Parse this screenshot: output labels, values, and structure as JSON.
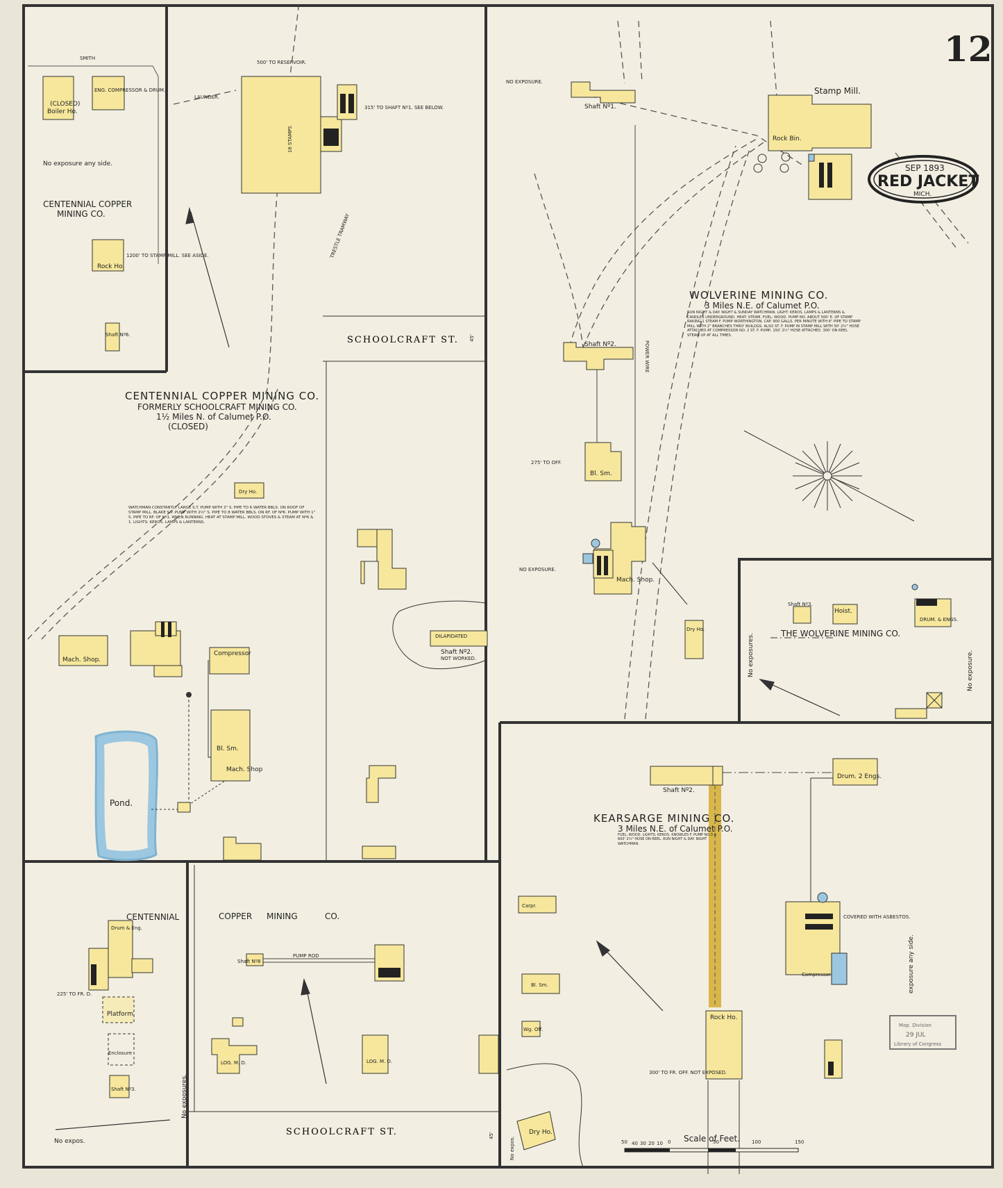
{
  "sheet": {
    "number": "12",
    "stamp": {
      "date": "SEP 1893",
      "place": "RED JACKET",
      "state": "MICH."
    },
    "library_stamp": [
      "Map. Division",
      "29 JUL",
      "Library of Congress"
    ]
  },
  "streets": {
    "schoolcraft_upper": "SCHOOLCRAFT ST.",
    "schoolcraft_lower": "SCHOOLCRAFT ST.",
    "width_upper": "45'",
    "width_lower": "45'"
  },
  "companies": {
    "centennial_inset": [
      "CENTENNIAL COPPER",
      "MINING CO."
    ],
    "centennial_main": {
      "title": "CENTENNIAL COPPER MINING CO.",
      "line1": "FORMERLY SCHOOLCRAFT MINING CO.",
      "line2": "1½ Miles N. of Calumet P.O.",
      "line3": "(CLOSED)",
      "note": "WATCHMAN CONSTANTLY. LARGE S.T. PUMP WITH 3\" S. PIPE TO 6 WATER BBLS. ON ROOF OF STAMP MILL. BLAKE S.P. PUMP WITH 2½\" S. PIPE TO 8 WATER BBLS. ON RF. OF Nº6. PUMP WITH 1\" S. PIPE TO RF. OF Nº1. WHEN RUNNING. HEAT AT STAMP MILL. WOOD STOVES & STEAM AT Nº6 & 1. LIGHTS: KEROS. LAMPS & LANTERNS."
    },
    "centennial_lower": [
      "CENTENNIAL",
      "COPPER",
      "MINING",
      "CO."
    ],
    "wolverine": {
      "title": "WOLVERINE MINING CO.",
      "subtitle": "3 Miles N.E. of Calumet P.O.",
      "note": "RUN NIGHT & DAY. NIGHT & SUNDAY WATCHMAN. LIGHT: KEROS. LAMPS & LANTERNS & CANDLES UNDERGROUND. HEAT: STEAM. FUEL: WOOD. PUMP NO. ABOUT 500' E. OF STAMP RAKING 1 STEAM F. PUMP WORTHINGTON, CAP. 900 GALLS. PER MINUTE WITH 6\" PIPE TO STAMP MILL WITH 2\" BRANCHES THRO' BUILDGS. ALSO ST. F. PUMP IN STAMP MILL WITH 50' 2½\" HOSE ATTACHED AT COMPRESSOR NO. 2 ST. F. PUMP, 150' 2½\" HOSE ATTACHED. 300' ON REEL STEAM UP AT ALL TIMES."
    },
    "wolverine_east": "THE WOLVERINE MINING CO.",
    "kearsarge": {
      "title": "KEARSARGE MINING CO.",
      "subtitle": "3 Miles N.E. of Calumet P.O.",
      "note": "FUEL: WOOD. LIGHTS: KEROS. KNOWLES F. PUMP NO.3 & 600' 2½\" HOSE ON REEL. RUN NIGHT & DAY. NIGHT WATCHMAN."
    }
  },
  "buildings": {
    "boiler_ho": "Boiler Ho.",
    "boiler_closed": "(CLOSED)",
    "eng_comp": "ENG. COMPRESSOR & DRUM.",
    "rock_ho_inset": "Rock Ho.",
    "shaft6": "Shaft Nº6.",
    "stamp_mill_centennial": "16 STAMPS",
    "dry_ho_b1": "Dry Ho.",
    "mach_shop_2": "Mach. Shop.",
    "compressor_3": "Compressor",
    "bl_sm_5": "Bl. Sm.",
    "mach_shop_5": "Mach. Shop",
    "pond": "Pond.",
    "shaft2_dilapidated": "DILAPIDATED",
    "shaft2_label": "Shaft Nº2.",
    "shaft2_note": "NOT WORKED.",
    "drum_eng": "Drum & Eng.",
    "platform": "Platform",
    "enclosure": "Enclosure",
    "shaft3": "Shaft Nº3.",
    "log_md_9": "LOG. M. D.",
    "log_md_10": "LOG. M. D.",
    "shaft_lower": "Shaft Nº8",
    "shaft1_wolv": "Shaft Nº1.",
    "stamp_mill_wolv": "Stamp Mill.",
    "rock_bin": "Rock Bin.",
    "shaft2_wolv": "Shaft Nº2.",
    "bl_sm_wolv": "Bl. Sm.",
    "mach_shop_wolv": "Mach. Shop.",
    "dry_ho_wolv": "Dry Ho.",
    "shaft3_wolv": "Shaft Nº3.",
    "hoist_wolv": "Hoist.",
    "drum_eng_wolv": "DRUM. & ENGS.",
    "shaft2_kear": "Shaft Nº2.",
    "drum_eng_kear": "Drum. 2 Engs.",
    "carpr": "Carpr.",
    "bl_sm_kear": "Bl. Sm.",
    "wag_ofc": "Wg. Off.",
    "rock_ho_kear": "Rock Ho.",
    "compressor_kear": "Compressor",
    "dry_ho_kear": "Dry Ho.",
    "covered_asbestos": "COVERED WITH ASBESTOS."
  },
  "exposure": {
    "no_exposure_any_side": "No exposure any side.",
    "no_exposure_1": "NO EXPOSURE.",
    "no_exposure_2": "NO EXPOSURE.",
    "exposure_any_side": "exposure any side.",
    "no_exposures_vert": "No exposures.",
    "no_exposure_vert": "No exposure.",
    "no_expos_bottom": "No expos.",
    "no_expos_kear": "No expos.",
    "no_exposures_lower": "No exposures."
  },
  "annotations": {
    "reservoir": "500' TO RESERVOIR.",
    "launder": "LAUNDER.",
    "trestle_tramway": "TRESTLE TRAMWAY",
    "power_wire": "POWER WIRE",
    "pump_rod": "PUMP ROD",
    "stamp_mill_see_aside": "1200' TO STAMP MILL. SEE ASIDE.",
    "to_off_275": "275' TO OFF.",
    "to_fr_d": "225' TO FR. D.",
    "to_fr_off": "300' TO FR. OFF. NOT EXPOSED.",
    "shaft_see_below": "315' TO SHAFT Nº1. SEE BELOW.",
    "smith": "SMITH"
  },
  "scale": {
    "title": "Scale of Feet.",
    "ticks": [
      "50",
      "40",
      "30",
      "20",
      "10",
      "0",
      "50",
      "100",
      "150"
    ]
  },
  "colors": {
    "paper": "#eeeadb",
    "frame": "#333333",
    "building": "#f6e79c",
    "water": "#9cc7e0",
    "pond_edge": "#7fb3d1"
  }
}
